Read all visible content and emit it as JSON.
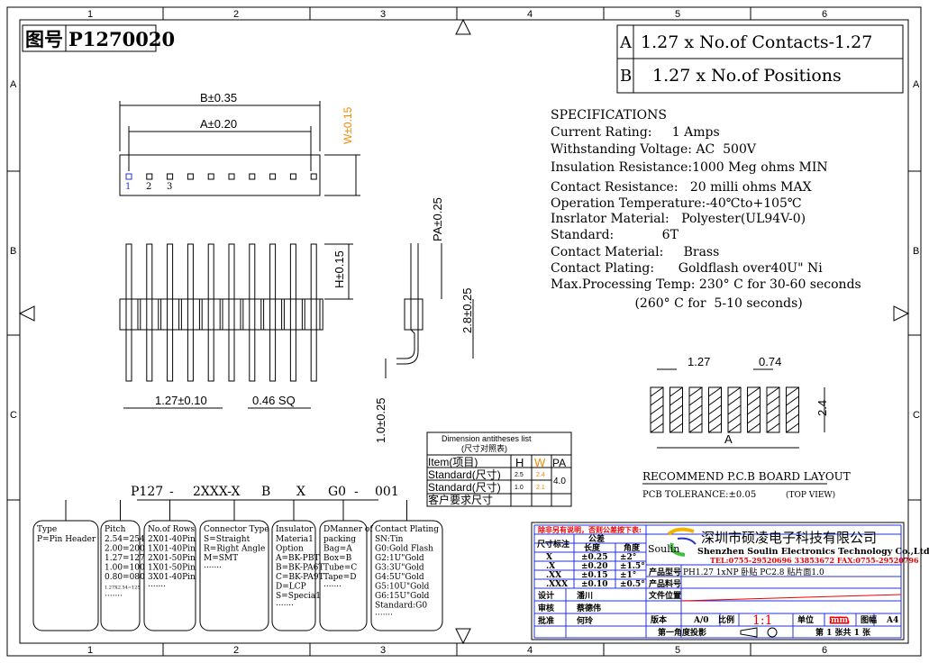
{
  "grid": {
    "cols": [
      "1",
      "2",
      "3",
      "4",
      "5",
      "6"
    ],
    "rows": [
      "A",
      "B",
      "C"
    ]
  },
  "drawing_no": {
    "label": "图号",
    "value": "P1270020"
  },
  "dims_box": [
    {
      "key": "A",
      "formula": "1.27 x No.of Contacts-1.27"
    },
    {
      "key": "B",
      "formula": "1.27 x No.of Positions"
    }
  ],
  "specs": {
    "title": "SPECIFICATIONS",
    "lines": [
      "Current Rating:     1 Amps",
      "Withstanding Voltage: AC  500V",
      "Insulation Resistance:1000 Meg ohms MIN",
      "Contact Resistance:   20 milli ohms MAX",
      "Operation Temperature:-40℃to+105℃",
      "Insrlator Material:   Polyester(UL94V-0)",
      "Standard:            6T",
      "Contact Material:     Brass",
      "Contact Plating:      Goldflash over40U\" Ni",
      "Max.Processing Temp: 230° C for 30-60 seconds",
      "                     (260° C for  5-10 seconds)"
    ]
  },
  "top_view": {
    "b": "B±0.35",
    "a": "A±0.20",
    "w": "W±0.15",
    "pins": [
      "1",
      "2",
      "3"
    ]
  },
  "front_view": {
    "h": "H±0.15",
    "pitch": "1.27±0.10",
    "sq": "0.46 SQ"
  },
  "side_view": {
    "pa": "PA±0.25",
    "dim28": "2.8±0.25",
    "dim10": "1.0±0.25"
  },
  "pcb": {
    "pitch": "1.27",
    "pad": "0.74",
    "height": "2.4",
    "a": "A",
    "title": "RECOMMEND P.C.B BOARD LAYOUT",
    "tolerance": "PCB TOLERANCE:±0.05",
    "view": "(TOP VIEW)"
  },
  "dim_table": {
    "title": "Dimension antitheses list",
    "subtitle": "(尺寸对照表)",
    "headers": [
      "Item(项目)",
      "H",
      "W",
      "PA"
    ],
    "rows": [
      [
        "Standard(尺寸)",
        "2.5",
        "2.4"
      ],
      [
        "Standard(尺寸)",
        "1.0",
        "2.1"
      ],
      [
        "客户要求尺寸",
        "",
        ""
      ]
    ],
    "pa": "4.0",
    "w_color": "#f08a00"
  },
  "part_code": {
    "parts": [
      "P127",
      "-",
      "2XXX-X",
      "B",
      "X",
      "G0",
      "-",
      "001"
    ]
  },
  "code_boxes": [
    {
      "title": "Type",
      "lines": [
        "P=Pin Header"
      ]
    },
    {
      "title": "Pitch",
      "lines": [
        "2.54=254",
        "2.00=200",
        "1.27=127",
        "1.00=100",
        "0.80=080",
        "1.27X2.54=125",
        "·······"
      ]
    },
    {
      "title": "No.of Rows",
      "lines": [
        "2X01-40Pin",
        "1X01-40Pin",
        "2X01-50Pin",
        "1X01-50Pin",
        "3X01-40Pin",
        "·······"
      ]
    },
    {
      "title": "Connector Type",
      "lines": [
        "S=Straight",
        "R=Right Angle",
        "M=SMT",
        "·······"
      ]
    },
    {
      "title": "Insulator",
      "lines": [
        "Materia1",
        "Option",
        "A=BK-PBT",
        "B=BK-PA6T",
        "C=BK-PA9T",
        "D=LCP",
        "S=Specia1",
        "·······"
      ]
    },
    {
      "title": "DManner of",
      "lines": [
        "packing",
        "Bag=A",
        "Box=B",
        "Tube=C",
        "Tape=D",
        "·······"
      ]
    },
    {
      "title": "Contact Plating",
      "lines": [
        "SN:Tin",
        "G0:Gold Flash",
        "G2:1U\"Gold",
        "G3:3U\"Gold",
        "G4:5U\"Gold",
        "G5:10U\"Gold",
        "G6:15U\"Gold",
        "Standard:G0",
        "·······"
      ]
    }
  ],
  "title_block": {
    "note": "除非另有说明，否则公差按下表:",
    "dim_label": "尺寸标注",
    "tol_label": "公差",
    "len": "长度",
    "ang": "角度",
    "tol_rows": [
      [
        "X",
        "±0.25",
        "±2°"
      ],
      [
        ".X",
        "±0.20",
        "±1.5°"
      ],
      [
        ".XX",
        "±0.15",
        "±1°"
      ],
      [
        ".XXX",
        "±0.10",
        "±0.5°"
      ]
    ],
    "design": [
      "设计",
      "潘川"
    ],
    "review": [
      "审核",
      "蔡德伟"
    ],
    "approve": [
      "批准",
      "何玲"
    ],
    "logo": "Soulin",
    "company_cn": "深圳市硕凌电子科技有限公司",
    "company_en": "Shenzhen Soulin Electronics Technology Co.,Ltd",
    "tel": "TEL:0755-29520696 33853672    FAX:0755-29520796",
    "model_label": "产品型号",
    "model": "PH1.27 1xNP  卧贴 PC2.8 贴片面1.0",
    "partno_label": "产品料号",
    "file_label": "文件位置",
    "version_label": "版本",
    "version": "A/0",
    "scale_label": "比例",
    "scale": "1:1",
    "unit_label": "单位",
    "unit": "mm",
    "size_label": "图幅",
    "size": "A4",
    "projection": "第一角度投影",
    "sheet": "第 1 张共 1 张"
  }
}
